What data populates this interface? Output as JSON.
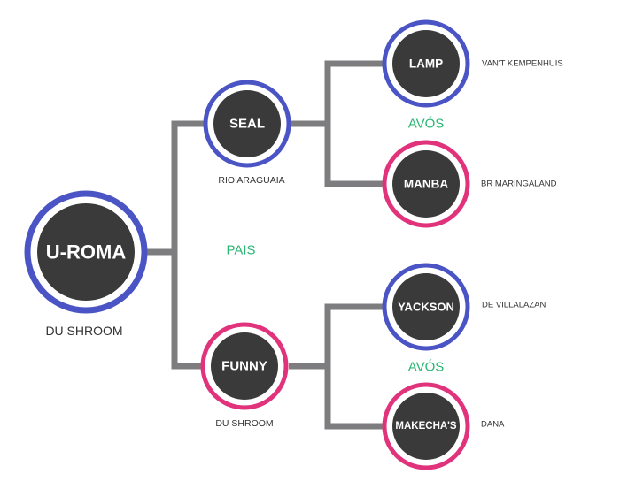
{
  "colors": {
    "connector": "#7d7d7f",
    "node_fill": "#3a3a3a",
    "male_ring": "#4a54c4",
    "female_ring": "#e1337b",
    "generation_text": "#2bb673"
  },
  "root": {
    "name": "U-ROMA",
    "sub": "DU SHROOM",
    "ring": "male"
  },
  "parents": [
    {
      "name": "SEAL",
      "sub": "RIO ARAGUAIA",
      "ring": "male"
    },
    {
      "name": "FUNNY",
      "sub": "DU SHROOM",
      "ring": "female"
    }
  ],
  "grandparents": [
    {
      "name": "LAMP",
      "side": "VAN'T KEMPENHUIS",
      "ring": "male"
    },
    {
      "name": "MANBA",
      "side": "BR MARINGALAND",
      "ring": "female"
    },
    {
      "name": "YACKSON",
      "side": "DE VILLALAZAN",
      "ring": "male"
    },
    {
      "name": "MAKECHA'S",
      "side": "DANA",
      "ring": "female"
    }
  ],
  "generation_labels": {
    "parents": "PAIS",
    "grandparents_top": "AVÓS",
    "grandparents_bottom": "AVÓS"
  }
}
